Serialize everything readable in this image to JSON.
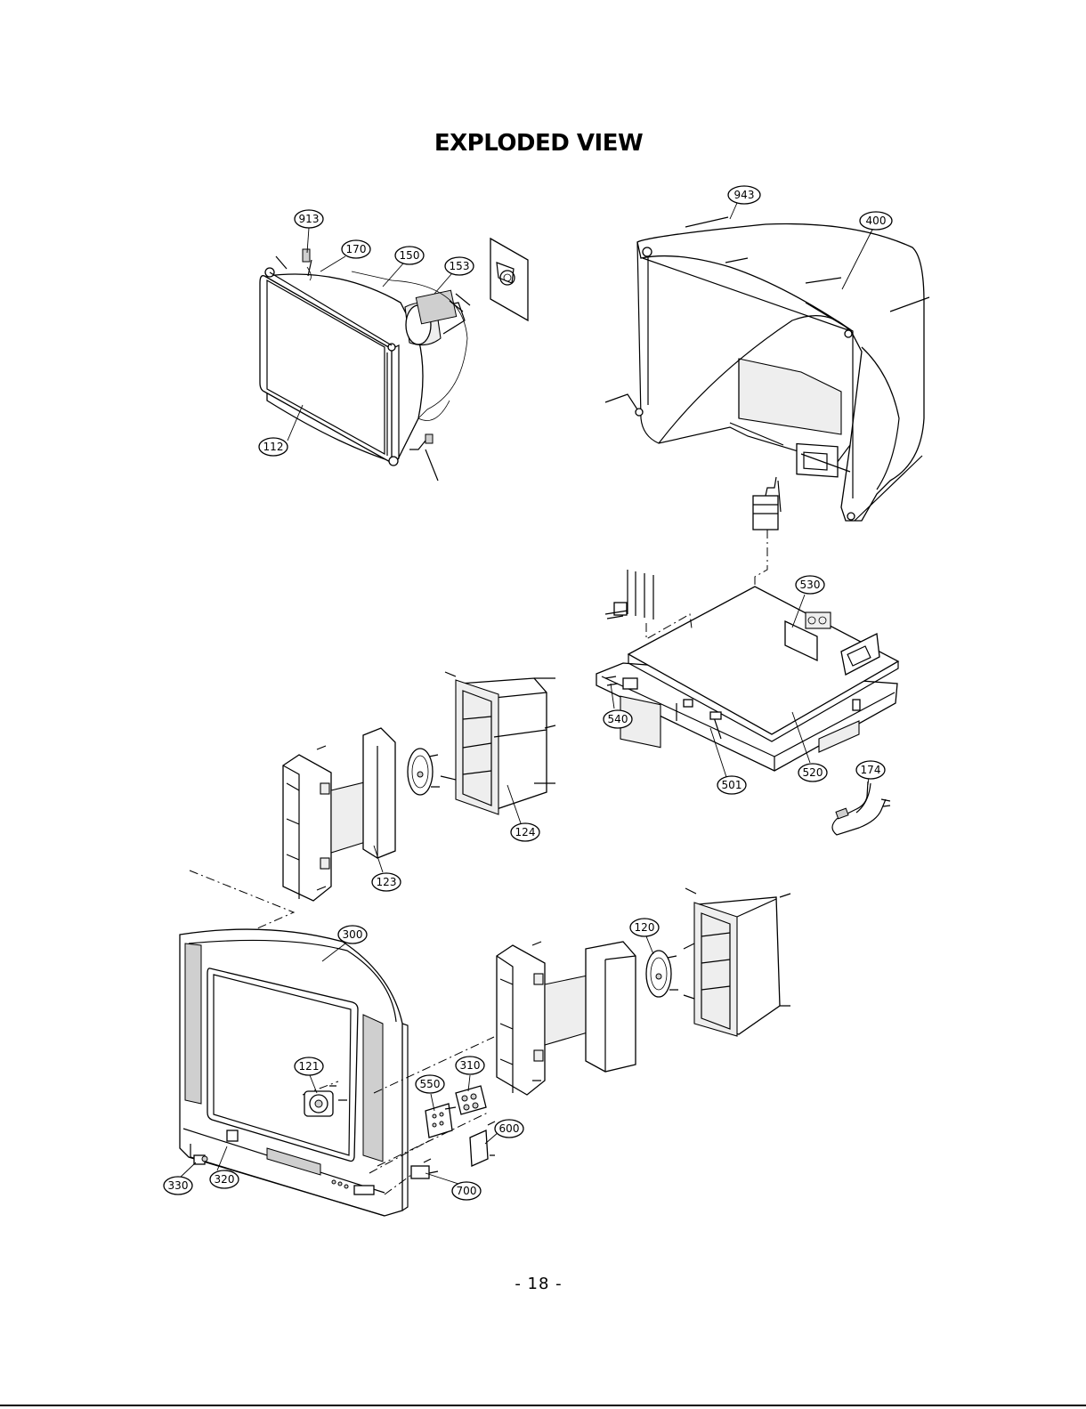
{
  "page": {
    "title": "EXPLODED VIEW",
    "page_number": "- 18 -"
  },
  "parts": [
    {
      "id": "part-913",
      "label": "913"
    },
    {
      "id": "part-170",
      "label": "170"
    },
    {
      "id": "part-150",
      "label": "150"
    },
    {
      "id": "part-153",
      "label": "153"
    },
    {
      "id": "part-112",
      "label": "112"
    },
    {
      "id": "part-943",
      "label": "943"
    },
    {
      "id": "part-400",
      "label": "400"
    },
    {
      "id": "part-530",
      "label": "530"
    },
    {
      "id": "part-540",
      "label": "540"
    },
    {
      "id": "part-501",
      "label": "501"
    },
    {
      "id": "part-520",
      "label": "520"
    },
    {
      "id": "part-174",
      "label": "174"
    },
    {
      "id": "part-124",
      "label": "124"
    },
    {
      "id": "part-123",
      "label": "123"
    },
    {
      "id": "part-300",
      "label": "300"
    },
    {
      "id": "part-120",
      "label": "120"
    },
    {
      "id": "part-121",
      "label": "121"
    },
    {
      "id": "part-310",
      "label": "310"
    },
    {
      "id": "part-550",
      "label": "550"
    },
    {
      "id": "part-600",
      "label": "600"
    },
    {
      "id": "part-700",
      "label": "700"
    },
    {
      "id": "part-330",
      "label": "330"
    },
    {
      "id": "part-320",
      "label": "320"
    }
  ]
}
